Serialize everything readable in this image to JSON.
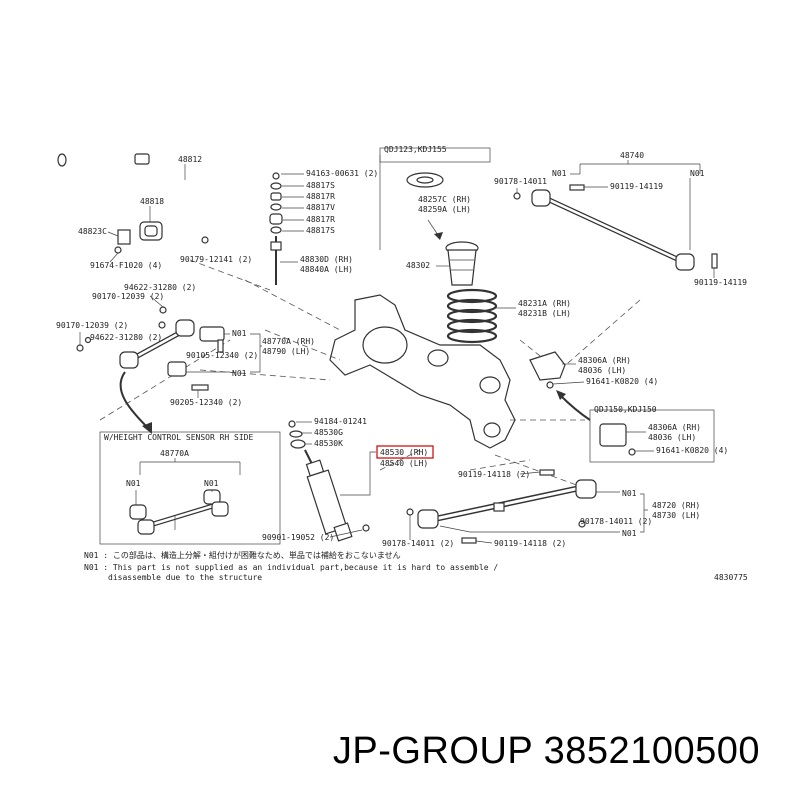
{
  "labels": {
    "p48812": "48812",
    "p48818": "48818",
    "p48823c": "48823C",
    "p91674": "91674-F1020 (4)",
    "p90179a": "90179-12141 (2)",
    "p94163": "94163-00631 (2)",
    "p48817s": "48817S",
    "p48817r": "48817R",
    "p48817v": "48817V",
    "p48817r2": "48817R",
    "p48817s2": "48817S",
    "p48830d": "48830D (RH)",
    "p48840a": "48840A (LH)",
    "qdj": "QDJ123,KDJ155",
    "p48257c": "48257C (RH)",
    "p48259a": "48259A (LH)",
    "p48302": "48302",
    "p48231a": "48231A (RH)",
    "p48231b": "48231B (LH)",
    "p48740": "48740",
    "n01a": "N01",
    "n01b": "N01",
    "p90178a": "90178-14011",
    "p90119a": "90119-14119",
    "p90119b": "90119-14119",
    "p94622a": "94622-31280 (2)",
    "p90170a": "90170-12039 (2)",
    "p90170b": "90170-12039 (2)",
    "p94622b": "94622-31280 (2)",
    "n01c": "N01",
    "n01d": "N01",
    "p48770a": "48770A (RH)",
    "p48790": "48790 (LH)",
    "p90105": "90105-12340 (2)",
    "p90205": "90205-12340 (2)",
    "p48306a": "48306A (RH)",
    "p48036": "48036 (LH)",
    "p91641a": "91641-K0820 (4)",
    "qdj2": "QDJ150,KDJ150",
    "p48306a2": "48306A (RH)",
    "p48036b": "48036 (LH)",
    "p91641b": "91641-K0820 (4)",
    "wsensor": "W/HEIGHT CONTROL SENSOR RH SIDE",
    "p48770a2": "48770A",
    "n01e": "N01",
    "n01f": "N01",
    "p94184": "94184-01241",
    "p48530g": "48530G",
    "p48530k": "48530K",
    "p48530": "48530 (RH)",
    "p48540": "48540 (LH)",
    "p90119c": "90119-14118 (2)",
    "p48720": "48720 (RH)",
    "p48730": "48730 (LH)",
    "n01g": "N01",
    "n01h": "N01",
    "p90178b": "90178-14011 (2)",
    "p90901": "90901-19052 (2)",
    "p90178c": "90178-14011 (2)",
    "p90119d": "90119-14118 (2)",
    "note1": "N01 : この部品は、構造上分解・組付けが困難なため、単品では補給をおこないません",
    "note2": "N01 : This part is not supplied as an individual part,because it is hard to assemble /",
    "note3": "disassemble due to the structure",
    "figcode": "4830775"
  },
  "footer": {
    "brand": "JP-GROUP",
    "part_number": "3852100500"
  },
  "highlight_color": "#cc0000"
}
